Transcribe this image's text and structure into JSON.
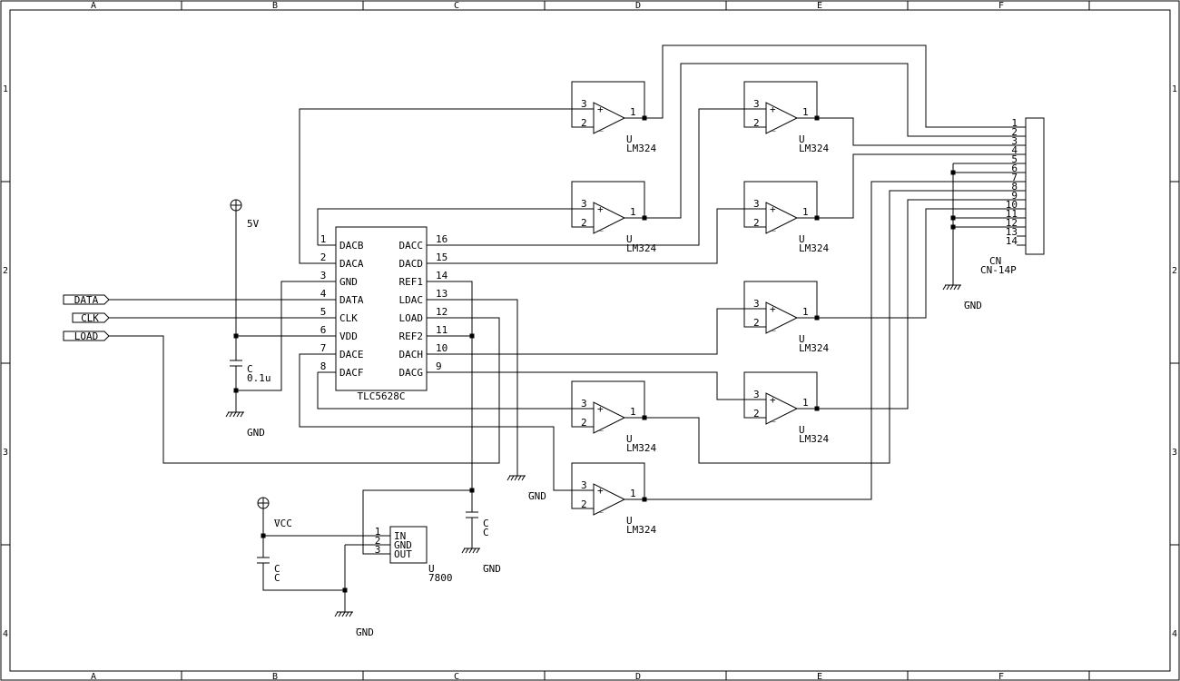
{
  "border": {
    "columns": [
      "A",
      "B",
      "C",
      "D",
      "E",
      "F"
    ],
    "rows": [
      "1",
      "2",
      "3",
      "4"
    ]
  },
  "dac": {
    "name": "TLC5628C",
    "left_pins": [
      {
        "num": "1",
        "label": "DACB"
      },
      {
        "num": "2",
        "label": "DACA"
      },
      {
        "num": "3",
        "label": "GND"
      },
      {
        "num": "4",
        "label": "DATA"
      },
      {
        "num": "5",
        "label": "CLK"
      },
      {
        "num": "6",
        "label": "VDD"
      },
      {
        "num": "7",
        "label": "DACE"
      },
      {
        "num": "8",
        "label": "DACF"
      }
    ],
    "right_pins": [
      {
        "num": "16",
        "label": "DACC"
      },
      {
        "num": "15",
        "label": "DACD"
      },
      {
        "num": "14",
        "label": "REF1"
      },
      {
        "num": "13",
        "label": "LDAC"
      },
      {
        "num": "12",
        "label": "LOAD"
      },
      {
        "num": "11",
        "label": "REF2"
      },
      {
        "num": "10",
        "label": "DACH"
      },
      {
        "num": "9",
        "label": "DACG"
      }
    ]
  },
  "ports": [
    "DATA",
    "CLK",
    "LOAD"
  ],
  "opamp": {
    "ref": "U",
    "value": "LM324",
    "pin_plus": "3",
    "pin_minus": "2",
    "pin_out": "1",
    "plus_sign": "+",
    "minus_sign": "_"
  },
  "connector": {
    "ref": "CN",
    "value": "CN-14P",
    "pins": [
      "1",
      "2",
      "3",
      "4",
      "5",
      "6",
      "7",
      "8",
      "9",
      "10",
      "11",
      "12",
      "13",
      "14"
    ]
  },
  "supply_5v": {
    "label": "5V"
  },
  "cap_01": {
    "ref": "C",
    "value": "0.1u"
  },
  "gnd_labels": {
    "dac": "GND",
    "ldac": "GND",
    "ref_cap": "GND",
    "regulator": "GND",
    "connector": "GND",
    "prefix": "_"
  },
  "vcc": {
    "label": "VCC",
    "prefix": "_"
  },
  "cap_ref": {
    "ref": "C",
    "value": "C"
  },
  "cap_vcc": {
    "ref": "C",
    "value": "C"
  },
  "regulator": {
    "ref": "U",
    "value": "7800",
    "pins": [
      {
        "num": "1",
        "label": "IN"
      },
      {
        "num": "2",
        "label": "GND"
      },
      {
        "num": "3",
        "label": "OUT"
      }
    ]
  }
}
